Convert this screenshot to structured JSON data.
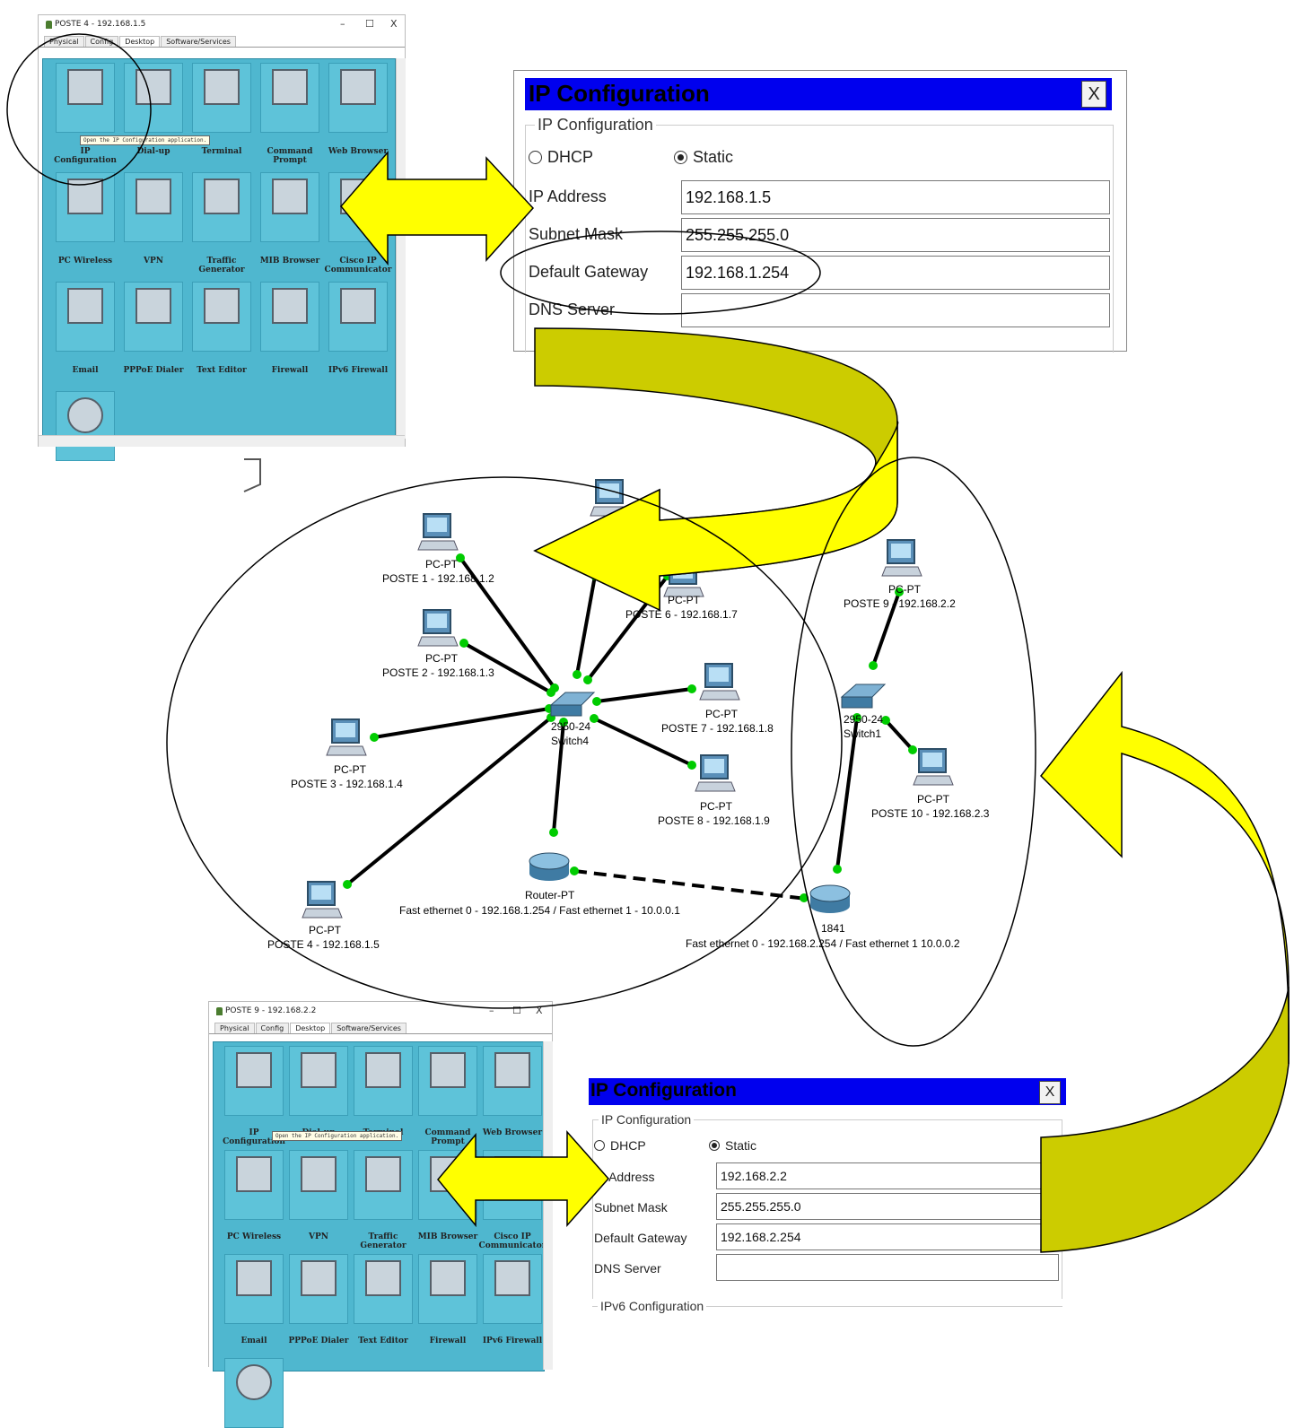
{
  "window_top": {
    "title": "POSTE 4 - 192.168.1.5",
    "tabs": [
      "Physical",
      "Config",
      "Desktop",
      "Software/Services"
    ],
    "active_tab": "Desktop",
    "tooltip": "Open the IP Configuration application.",
    "apps": [
      {
        "label": "IP Configuration",
        "icon": "ip-configuration-icon"
      },
      {
        "label": "Dial-up",
        "icon": "dialup-modem-icon"
      },
      {
        "label": "Terminal",
        "icon": "terminal-icon"
      },
      {
        "label": "Command Prompt",
        "icon": "command-prompt-icon"
      },
      {
        "label": "Web Browser",
        "icon": "web-browser-icon"
      },
      {
        "label": "PC Wireless",
        "icon": "wireless-antenna-icon"
      },
      {
        "label": "VPN",
        "icon": "vpn-lock-icon"
      },
      {
        "label": "Traffic Generator",
        "icon": "traffic-generator-icon"
      },
      {
        "label": "MIB Browser",
        "icon": "mib-browser-icon"
      },
      {
        "label": "Cisco IP Communicator",
        "icon": "ip-communicator-icon"
      },
      {
        "label": "Email",
        "icon": "email-icon"
      },
      {
        "label": "PPPoE Dialer",
        "icon": "pppoe-dialer-icon"
      },
      {
        "label": "Text Editor",
        "icon": "text-editor-icon"
      },
      {
        "label": "Firewall",
        "icon": "firewall-icon"
      },
      {
        "label": "IPv6 Firewall",
        "icon": "ipv6-firewall-icon"
      }
    ]
  },
  "ipconfig_top": {
    "heading": "IP Configuration",
    "close": "X",
    "group": "IP Configuration",
    "dhcp": "DHCP",
    "static": "Static",
    "selected": "static",
    "fields": [
      {
        "label": "IP Address",
        "value": "192.168.1.5"
      },
      {
        "label": "Subnet Mask",
        "value": "255.255.255.0"
      },
      {
        "label": "Default Gateway",
        "value": "192.168.1.254"
      },
      {
        "label": "DNS Server",
        "value": ""
      }
    ]
  },
  "topology": {
    "pc_type": "PC-PT",
    "pcs": [
      {
        "name": "POSTE 1 - 192.168.1.2"
      },
      {
        "name": "POSTE 2 - 192.168.1.3"
      },
      {
        "name": "POSTE 3 - 192.168.1.4"
      },
      {
        "name": "POSTE 4 - 192.168.1.5"
      },
      {
        "name": "POSTE 6 - 192.168.1.7"
      },
      {
        "name": "POSTE 7 - 192.168.1.8"
      },
      {
        "name": "POSTE 8 - 192.168.1.9"
      },
      {
        "name": "POSTE 9 - 192.168.2.2"
      },
      {
        "name": "POSTE 10 - 192.168.2.3"
      }
    ],
    "switch4": {
      "model": "2950-24",
      "name": "Switch4"
    },
    "switch1": {
      "model": "2950-24",
      "name": "Switch1"
    },
    "router_pt": {
      "model": "Router-PT",
      "interfaces": "Fast ethernet 0 - 192.168.1.254 / Fast ethernet 1 - 10.0.0.1"
    },
    "router_1841": {
      "model": "1841",
      "interfaces": "Fast ethernet 0 - 192.168.2.254 / Fast ethernet  1 10.0.0.2"
    },
    "link_color": "#00cc00"
  },
  "window_bottom": {
    "title": "POSTE 9 - 192.168.2.2",
    "tabs": [
      "Physical",
      "Config",
      "Desktop",
      "Software/Services"
    ],
    "active_tab": "Desktop",
    "tooltip": "Open the IP Configuration application.",
    "apps": [
      {
        "label": "IP Configuration",
        "icon": "ip-configuration-icon"
      },
      {
        "label": "Dial-up",
        "icon": "dialup-modem-icon"
      },
      {
        "label": "Terminal",
        "icon": "terminal-icon"
      },
      {
        "label": "Command Prompt",
        "icon": "command-prompt-icon"
      },
      {
        "label": "Web Browser",
        "icon": "web-browser-icon"
      },
      {
        "label": "PC Wireless",
        "icon": "wireless-antenna-icon"
      },
      {
        "label": "VPN",
        "icon": "vpn-lock-icon"
      },
      {
        "label": "Traffic Generator",
        "icon": "traffic-generator-icon"
      },
      {
        "label": "MIB Browser",
        "icon": "mib-browser-icon"
      },
      {
        "label": "Cisco IP Communicator",
        "icon": "ip-communicator-icon"
      },
      {
        "label": "Email",
        "icon": "email-icon"
      },
      {
        "label": "PPPoE Dialer",
        "icon": "pppoe-dialer-icon"
      },
      {
        "label": "Text Editor",
        "icon": "text-editor-icon"
      },
      {
        "label": "Firewall",
        "icon": "firewall-icon"
      },
      {
        "label": "IPv6 Firewall",
        "icon": "ipv6-firewall-icon"
      }
    ]
  },
  "ipconfig_bottom": {
    "heading": "IP Configuration",
    "close": "X",
    "group": "IP Configuration",
    "dhcp": "DHCP",
    "static": "Static",
    "selected": "static",
    "fields": [
      {
        "label": "IP Address",
        "value": "192.168.2.2"
      },
      {
        "label": "Subnet Mask",
        "value": "255.255.255.0"
      },
      {
        "label": "Default Gateway",
        "value": "192.168.2.254"
      },
      {
        "label": "DNS Server",
        "value": ""
      }
    ],
    "ipv6_group": "IPv6 Configuration"
  },
  "colors": {
    "arrow_bright": "#ffff00",
    "arrow_dark": "#cccc00",
    "desktop": "#4fb7cf",
    "dialog_header": "#0000ee"
  }
}
